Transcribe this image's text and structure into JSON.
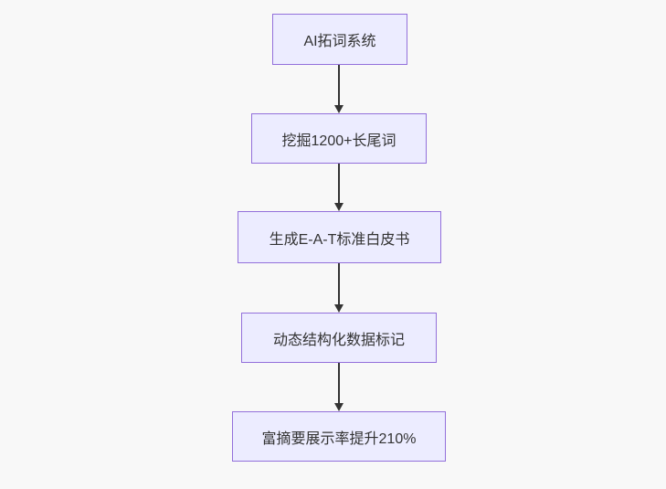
{
  "diagram": {
    "type": "flowchart",
    "direction": "top-down",
    "nodes": [
      {
        "label": "AI拓词系统"
      },
      {
        "label": "挖掘1200+长尾词"
      },
      {
        "label": "生成E-A-T标准白皮书"
      },
      {
        "label": "动态结构化数据标记"
      },
      {
        "label": "富摘要展示率提升210%"
      }
    ],
    "edges": [
      {
        "from": 0,
        "to": 1
      },
      {
        "from": 1,
        "to": 2
      },
      {
        "from": 2,
        "to": 3
      },
      {
        "from": 3,
        "to": 4
      }
    ],
    "colors": {
      "node_fill": "#ECECFF",
      "node_border": "#9370DB",
      "arrow": "#333333",
      "text": "#333333",
      "background": "#f8f8f8"
    }
  }
}
